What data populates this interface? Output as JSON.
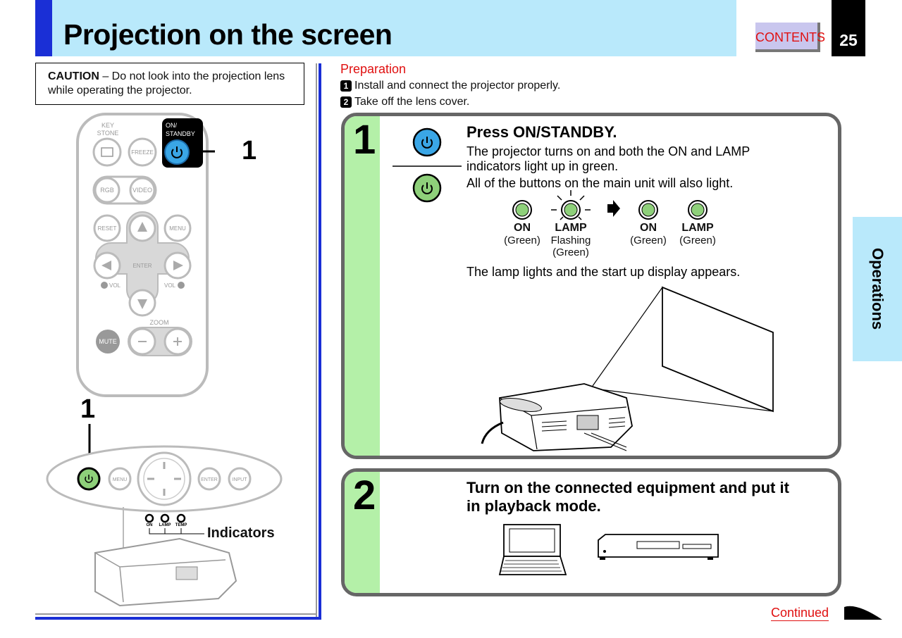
{
  "header": {
    "title": "Projection on the screen",
    "contents_label": "CONTENTS",
    "page_number": "25"
  },
  "side_tab": {
    "label": "Operations"
  },
  "caution": {
    "label": "CAUTION",
    "text": " – Do not look into the projection lens while operating the projector."
  },
  "remote": {
    "key_stone": "KEY\nSTONE",
    "on_standby": "ON/\nSTANDBY",
    "freeze": "FREEZE",
    "rgb": "RGB",
    "video": "VIDEO",
    "reset": "RESET",
    "menu": "MENU",
    "enter": "ENTER",
    "vol_minus": "VOL",
    "vol_plus": "VOL",
    "zoom": "ZOOM",
    "mute": "MUTE",
    "callout": "1"
  },
  "main_unit": {
    "callout": "1",
    "menu": "MENU",
    "enter": "ENTER",
    "input": "INPUT",
    "ind_on": "ON",
    "ind_lamp": "LAMP",
    "ind_temp": "TEMP",
    "indicators_label": "Indicators"
  },
  "preparation": {
    "title": "Preparation",
    "items": [
      {
        "num": "1",
        "text": "Install and connect the projector properly."
      },
      {
        "num": "2",
        "text": "Take off the lens cover."
      }
    ]
  },
  "step1": {
    "number": "1",
    "title": "Press ON/STANDBY.",
    "line1": "The projector turns on and both the ON and LAMP",
    "line2": "indicators light up in green.",
    "line3": "All of the buttons on the main unit will also light.",
    "indicators": [
      {
        "label": "ON",
        "sub": "(Green)"
      },
      {
        "label": "LAMP",
        "sub": "Flashing\n(Green)"
      },
      {
        "label": "ON",
        "sub": "(Green)"
      },
      {
        "label": "LAMP",
        "sub": "(Green)"
      }
    ],
    "after": "The lamp lights and the start up display appears."
  },
  "step2": {
    "number": "2",
    "title_line1": "Turn on the connected equipment and put it",
    "title_line2": "in playback mode."
  },
  "footer": {
    "continued": "Continued"
  },
  "colors": {
    "header_bg": "#b9e9fb",
    "accent_blue": "#1a2fd6",
    "red_text": "#e01010",
    "step_strip": "#b4f0a8",
    "power_blue": "#3aa6e6",
    "power_green": "#8ed07a"
  }
}
